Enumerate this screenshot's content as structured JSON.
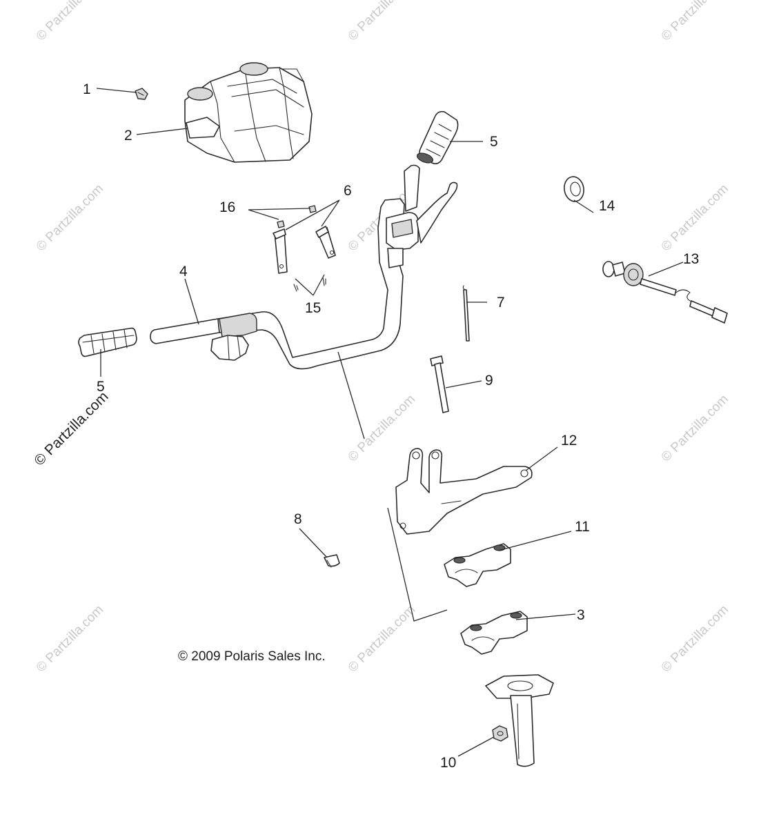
{
  "copyright": "© 2009  Polaris Sales Inc.",
  "watermark_text": "© Partzilla.com",
  "callouts": [
    "1",
    "2",
    "3",
    "4",
    "5",
    "5",
    "6",
    "7",
    "8",
    "9",
    "10",
    "11",
    "12",
    "13",
    "14",
    "15",
    "16"
  ],
  "colors": {
    "line": "#2a2a2a",
    "watermark": "#c9c9c9",
    "background": "#ffffff"
  }
}
